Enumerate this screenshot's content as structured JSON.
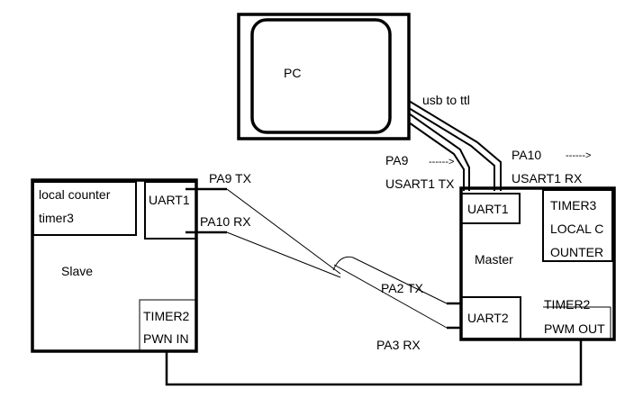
{
  "pc": {
    "label": "PC"
  },
  "usb_label": "usb to ttl",
  "master": {
    "label": "Master",
    "uart1": "UART1",
    "uart2": "UART2",
    "timer3": [
      "TIMER3",
      "LOCAL C",
      "OUNTER"
    ],
    "timer2": [
      "TIMER2",
      "PWM OUT"
    ],
    "pa9": "PA9",
    "usart1_tx": "USART1  TX",
    "pa10": "PA10",
    "pa10_arrow": "------>",
    "usart1_rx": "USART1  RX",
    "pa9_arrow": "------>"
  },
  "slave": {
    "label": "Slave",
    "local_counter": [
      "local counter",
      "timer3"
    ],
    "uart1": "UART1",
    "timer2": [
      "TIMER2",
      "PWN IN"
    ],
    "pa9_tx": "PA9 TX",
    "pa10_rx": "PA10 RX"
  },
  "link": {
    "pa2_tx": "PA2 TX",
    "pa3_rx": "PA3 RX"
  }
}
